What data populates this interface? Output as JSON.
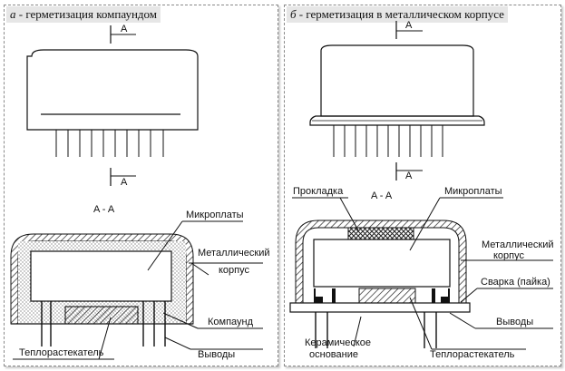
{
  "panel_a": {
    "letter": "а",
    "title": " - герметизация компаундом",
    "section_top": "A",
    "section_bottom": "A",
    "section_label": "A - A",
    "labels": {
      "microboards": "Микроплаты",
      "case_line1": "Металлический",
      "case_line2": "корпус",
      "compound": "Компаунд",
      "leads": "Выводы",
      "heat_spreader": "Теплорастекатель"
    }
  },
  "panel_b": {
    "letter": "б",
    "title": " - герметизация в металлическом корпусе",
    "section_top": "A",
    "section_bottom": "A",
    "section_label": "A - A",
    "labels": {
      "gasket": "Прокладка",
      "microboards": "Микроплаты",
      "case_line1": "Металлический",
      "case_line2": "корпус",
      "weld": "Сварка (пайка)",
      "leads": "Выводы",
      "ceramic_line1": "Керамическое",
      "ceramic_line2": "основание",
      "heat_spreader": "Теплорастекатель"
    }
  }
}
